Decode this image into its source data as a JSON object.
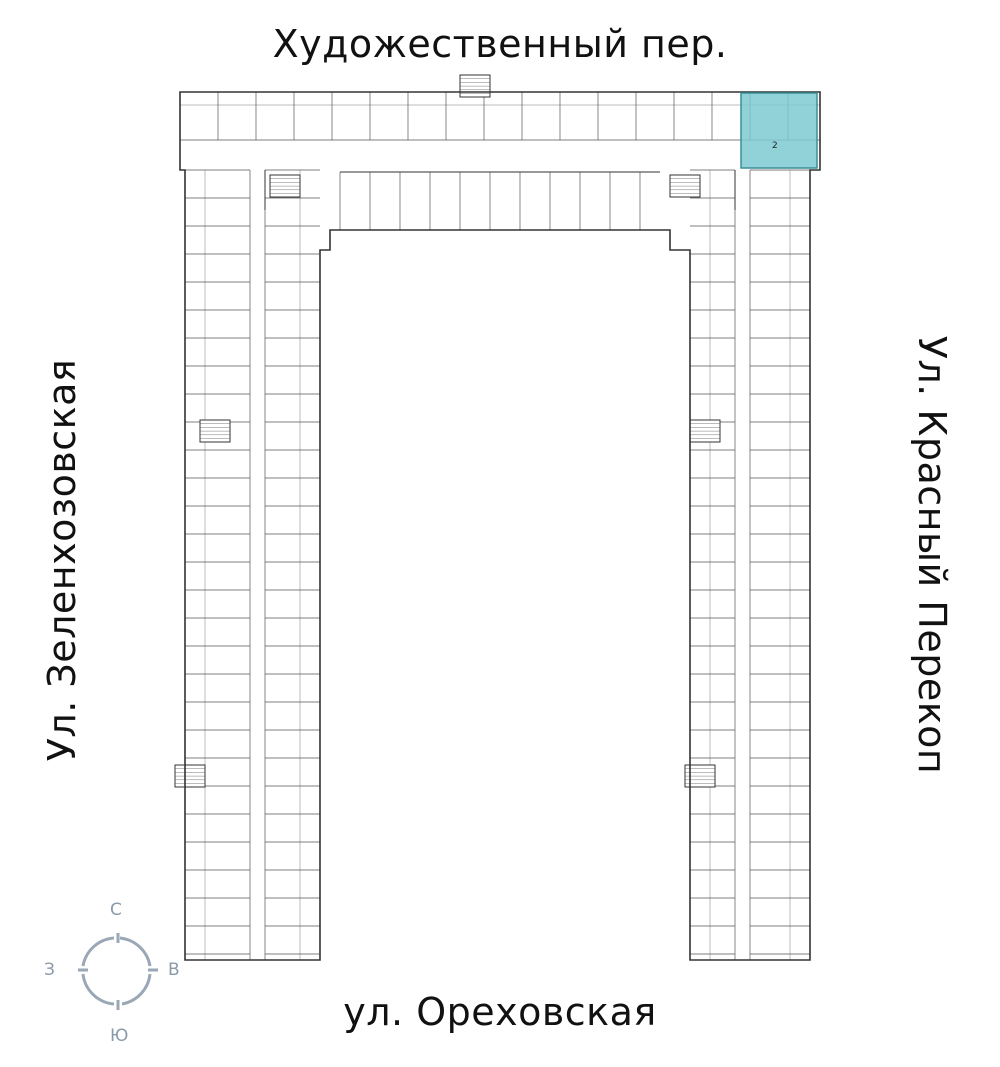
{
  "streets": {
    "north": "Художественный пер.",
    "south": "ул. Ореховская",
    "west": "Ул. Зеленхозовская",
    "east": "Ул. Красный Перекоп"
  },
  "compass": {
    "n": "С",
    "s": "Ю",
    "w": "З",
    "e": "В"
  },
  "highlighted_unit": {
    "rooms": "2",
    "color": "#7ecad2"
  },
  "colors": {
    "wall": "#333333",
    "compass": "#9aa7b6",
    "accent_blue": "#1f3fbf"
  }
}
